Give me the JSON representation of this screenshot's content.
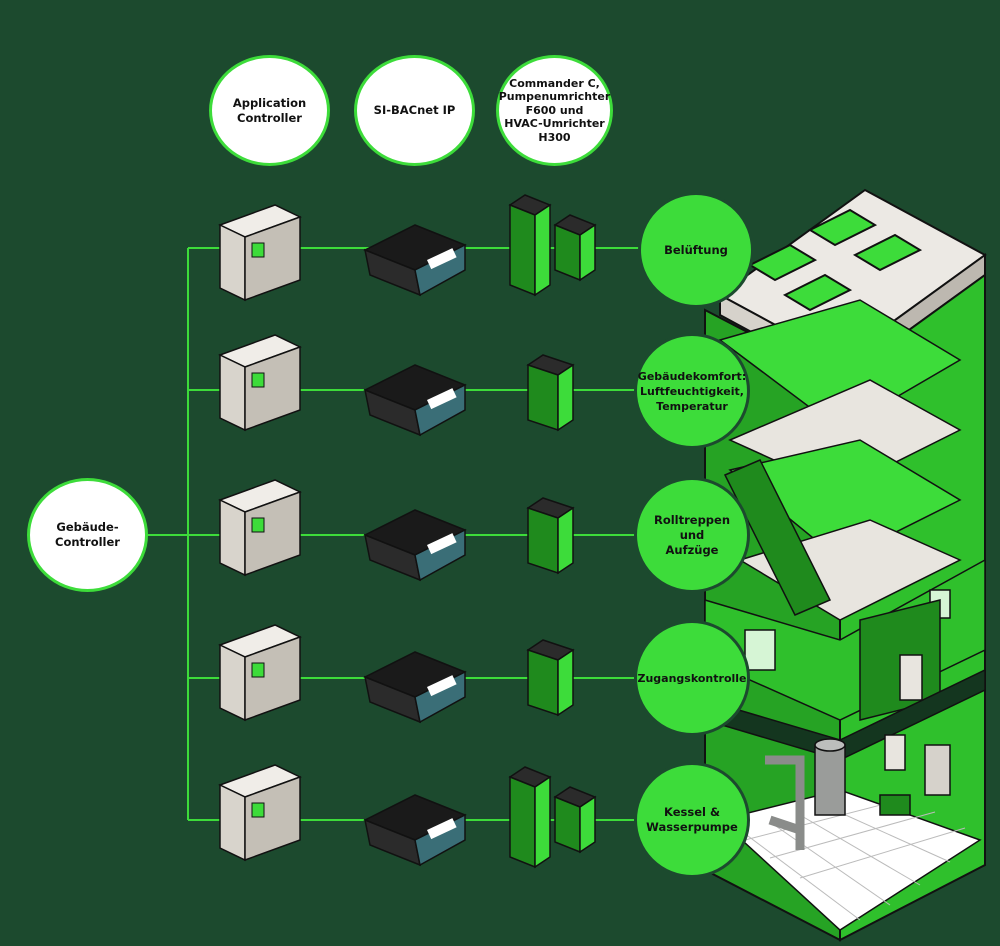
{
  "header_circles": [
    {
      "label": "Application\nController"
    },
    {
      "label": "SI-BACnet IP"
    },
    {
      "label": "Commander C,\nPumpenumrichter\nF600 und\nHVAC-Umrichter\nH300"
    }
  ],
  "main_controller": {
    "label": "Gebäude-\nController"
  },
  "systems": [
    {
      "label": "Belüftung"
    },
    {
      "label": "Gebäudekomfort:\nLuftfeuchtigkeit,\nTemperatur"
    },
    {
      "label": "Rolltreppen und\nAufzüge"
    },
    {
      "label": "Zugangskontrolle"
    },
    {
      "label": "Kessel &\nWasserpumpe"
    }
  ],
  "colors": {
    "background": "#1c4a2e",
    "accent": "#3ddc3a",
    "line": "#3ddc3a"
  }
}
